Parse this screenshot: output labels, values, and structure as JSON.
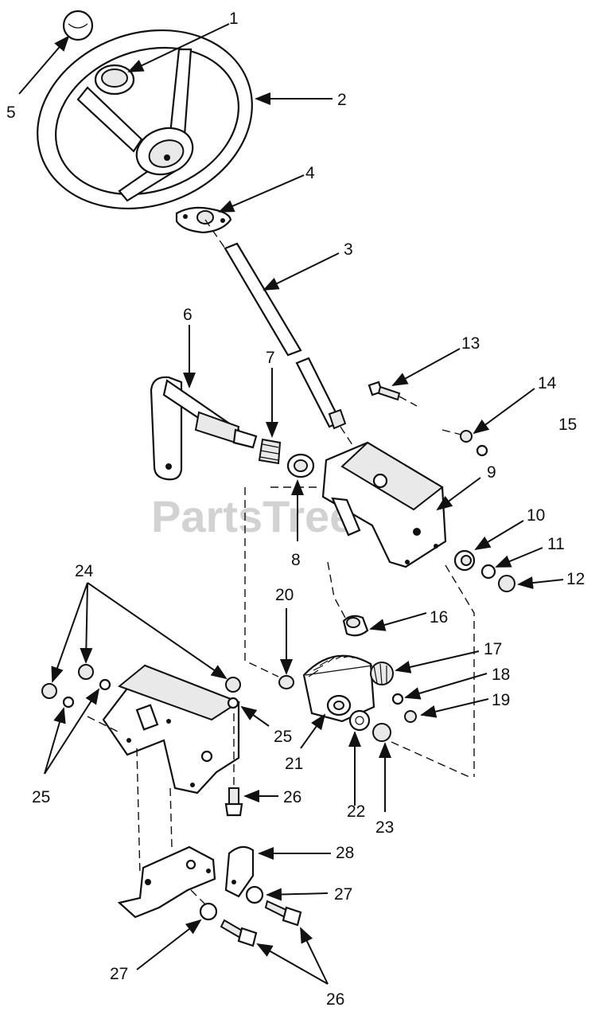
{
  "watermark": "PartsTree",
  "watermark_tm": "™",
  "callouts": {
    "c1": "1",
    "c2": "2",
    "c3": "3",
    "c4": "4",
    "c5": "5",
    "c6": "6",
    "c7": "7",
    "c8": "8",
    "c9": "9",
    "c10": "10",
    "c11": "11",
    "c12": "12",
    "c13": "13",
    "c14": "14",
    "c15": "15",
    "c16": "16",
    "c17": "17",
    "c18": "18",
    "c19": "19",
    "c20": "20",
    "c21": "21",
    "c22": "22",
    "c23": "23",
    "c24": "24",
    "c25a": "25",
    "c25b": "25",
    "c26a": "26",
    "c26b": "26",
    "c27a": "27",
    "c27b": "27",
    "c28": "28"
  }
}
